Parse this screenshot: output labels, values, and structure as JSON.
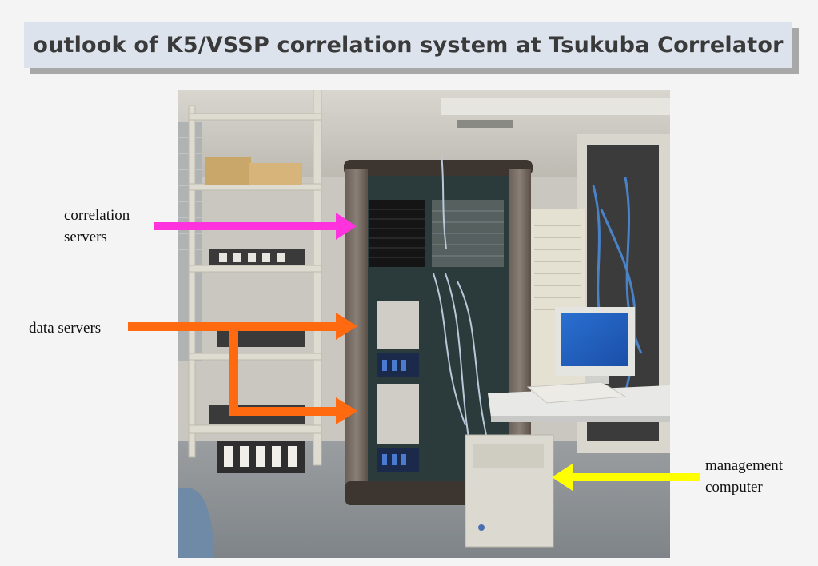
{
  "title": "outlook of K5/VSSP correlation system at Tsukuba Correlator",
  "labels": {
    "correlation_servers": [
      "correlation",
      "servers"
    ],
    "data_servers": "data servers",
    "management_computer": [
      "management",
      "computer"
    ]
  },
  "colors": {
    "correlation_arrow": "#ff33dd",
    "data_arrow": "#ff6a10",
    "management_arrow": "#ffff00",
    "title_bg": "#dde3ec",
    "title_shadow": "#a8a8a8",
    "page_bg": "#f4f4f4"
  }
}
